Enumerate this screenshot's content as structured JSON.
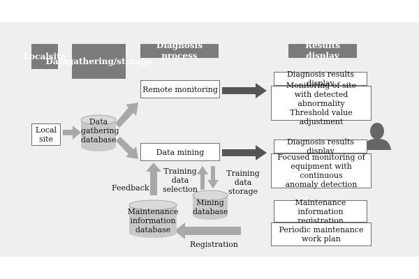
{
  "headers": {
    "local_site": [
      "Local",
      "site"
    ],
    "data_gathering": [
      "Data",
      "gathering/",
      "storage"
    ],
    "diagnosis_process": [
      "Diagnosis process"
    ],
    "results_display": [
      "Results display"
    ]
  },
  "nodes": {
    "local_site": [
      "Local",
      "site"
    ],
    "gathering_db": [
      "Data",
      "gathering",
      "database"
    ],
    "remote_monitoring": [
      "Remote monitoring"
    ],
    "data_mining": [
      "Data mining"
    ],
    "mining_db": [
      "Mining",
      "database"
    ],
    "maintenance_db": [
      "Maintenance",
      "information",
      "database"
    ]
  },
  "results": {
    "diag1_title": [
      "Diagnosis results display"
    ],
    "diag1_body": [
      "Monitoring of site",
      "with detected abnormality",
      "Threshold value adjustment"
    ],
    "diag2_title": [
      "Diagnosis results display"
    ],
    "diag2_body": [
      "Focused monitoring of",
      "equipment with continuous",
      "anomaly detection"
    ],
    "maint_title": [
      "Maintenance",
      "information registration"
    ],
    "maint_body": [
      "Periodic maintenance",
      "work plan"
    ]
  },
  "labels": {
    "training_selection": [
      "Training",
      "data",
      "selection"
    ],
    "training_storage": [
      "Training",
      "data storage"
    ],
    "feedback": [
      "Feedback"
    ],
    "registration": [
      "Registration"
    ]
  },
  "colors": {
    "header_bg": "#7b7b7b",
    "arrow_light": "#a8a8a8",
    "arrow_dark": "#555555",
    "database": "#c9c9c9",
    "person": "#666666"
  },
  "icons": {
    "person": "person-silhouette-icon"
  }
}
